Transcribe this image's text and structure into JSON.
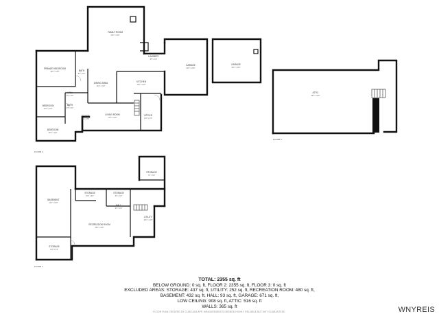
{
  "floors": [
    {
      "label": "FLOOR 2"
    },
    {
      "label": "FLOOR 3"
    },
    {
      "label": "FLOOR 1"
    }
  ],
  "rooms": {
    "family_room": {
      "label": "FAMILY ROOM",
      "dim": "22'0\" x 19'0\""
    },
    "laundry": {
      "label": "LAUNDRY",
      "dim": "8'0\" x 6'0\""
    },
    "garage1": {
      "label": "GARAGE",
      "dim": "24'0\" x 22'0\""
    },
    "garage2": {
      "label": "GARAGE",
      "dim": "20'0\" x 18'0\""
    },
    "primary_bedroom": {
      "label": "PRIMARY BEDROOM",
      "dim": "15'0\" x 13'0\""
    },
    "bath1": {
      "label": "BATH",
      "dim": "8'0\" x 6'0\""
    },
    "dining_area": {
      "label": "DINING AREA",
      "dim": "12'0\" x 11'0\""
    },
    "kitchen": {
      "label": "KITCHEN",
      "dim": "14'0\" x 12'0\""
    },
    "hall1": {
      "label": "HALL",
      "dim": "6'0\" x 4'0\""
    },
    "bath2": {
      "label": "BATH",
      "dim": "6'0\" x 5'0\""
    },
    "bedroom1": {
      "label": "BEDROOM",
      "dim": "12'0\" x 11'0\""
    },
    "foyer": {
      "label": "FOYER",
      "dim": "6'0\" x 5'0\""
    },
    "living_room": {
      "label": "LIVING ROOM",
      "dim": "17'0\" x 14'0\""
    },
    "office": {
      "label": "OFFICE",
      "dim": "10'0\" x 9'0\""
    },
    "bedroom2": {
      "label": "BEDROOM",
      "dim": "13'0\" x 11'0\""
    },
    "attic": {
      "label": "ATTIC",
      "dim": "46'0\" x 22'0\""
    },
    "basement": {
      "label": "BASEMENT",
      "dim": "22'0\" x 19'0\""
    },
    "storage1": {
      "label": "STORAGE",
      "dim": "10'0\" x 8'0\""
    },
    "storage2": {
      "label": "STORAGE",
      "dim": "8'0\" x 6'0\""
    },
    "storage3": {
      "label": "STORAGE",
      "dim": "7'0\" x 5'0\""
    },
    "storage4": {
      "label": "STORAGE",
      "dim": "12'0\" x 9'0\""
    },
    "hall2": {
      "label": "HALL",
      "dim": "9'0\" x 6'0\""
    },
    "recreation_room": {
      "label": "RECREATION ROOM",
      "dim": "25'0\" x 19'0\""
    },
    "utility": {
      "label": "UTILITY",
      "dim": "16'0\" x 14'0\""
    }
  },
  "summary": {
    "total": "TOTAL: 2355 sq. ft",
    "line1": "BELOW GROUND: 0 sq. ft, FLOOR 2: 2355 sq. ft, FLOOR 3: 0 sq. ft",
    "line2": "EXCLUDED AREAS: STORAGE: 437 sq. ft, UTILITY: 252 sq. ft, RECREATION ROOM: 480 sq. ft,",
    "line3": "BASEMENT: 432 sq. ft, HALL: 93 sq. ft, GARAGE: 671 sq. ft,",
    "line4": "LOW CEILING: 908 sq. ft, ATTIC: 516 sq. ft",
    "line5": "WALLS: 365 sq. ft"
  },
  "disclaimer": "FLOOR PLAN CREATED BY CUBICASA APP. MEASUREMENTS DEEMED HIGHLY RELIABLE BUT NOT GUARANTEED.",
  "watermark": "WNYREIS"
}
